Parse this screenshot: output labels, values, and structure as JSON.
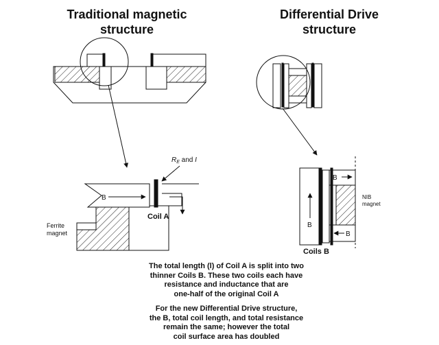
{
  "titles": {
    "left_line1": "Traditional magnetic",
    "left_line2": "structure",
    "right_line1": "Differential Drive",
    "right_line2": "structure"
  },
  "labels": {
    "b_left": "B",
    "re": "R",
    "re_sub": "E",
    "re_and": " and ",
    "re_i": "I",
    "coil_a": "Coil A",
    "ferrite_line1": "Ferrite",
    "ferrite_line2": "magnet",
    "b_right_top": "B",
    "b_right_center": "B",
    "b_right_bottom": "B",
    "nib_line1": "NIB",
    "nib_line2": "magnet",
    "coils_b": "Coils B"
  },
  "caption": {
    "para1": [
      "The total length (l) of Coil A is split into two",
      "thinner Coils B. These two coils each have",
      "resistance and inductance that are",
      "one-half of the original Coil A"
    ],
    "para2": [
      "For the new Differential Drive structure,",
      "the B, total coil length, and total resistance",
      "remain the same; however the total",
      "coil surface area has doubled"
    ]
  }
}
